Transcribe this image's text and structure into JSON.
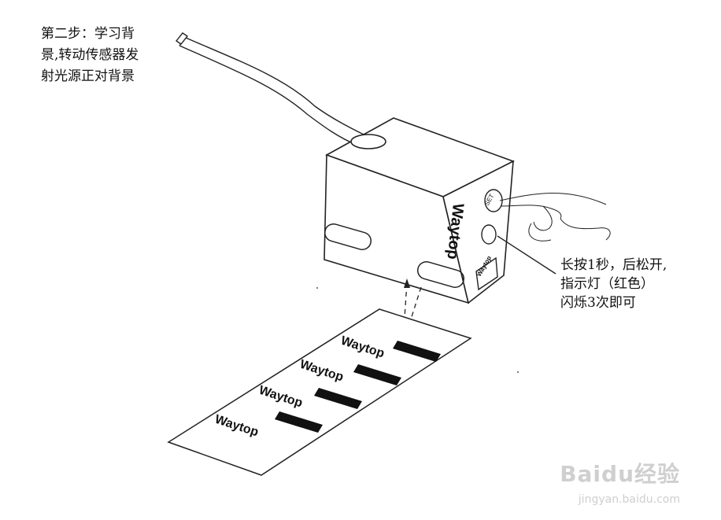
{
  "step_text": "第二步：学习背\n景,转动传感器发\n射光源正对背景",
  "callout_text": "长按1秒，后松开,\n指示灯（红色）\n闪烁3次即可",
  "device": {
    "brand": "Waytop",
    "brand_small": "Waytop",
    "set_label": "SET"
  },
  "tape_labels": [
    "Waytop",
    "Waytop",
    "Waytop",
    "Waytop"
  ],
  "watermark": {
    "logo": "Baidu经验",
    "url": "jingyan.baidu.com"
  }
}
